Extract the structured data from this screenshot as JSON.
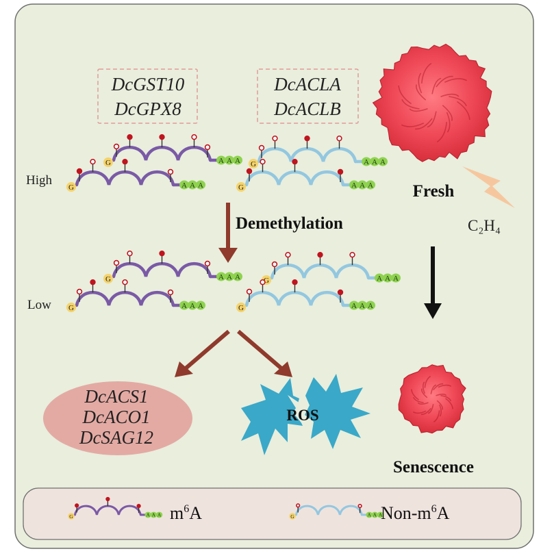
{
  "gene_boxes": {
    "left": [
      "DcGST10",
      "DcGPX8"
    ],
    "right": [
      "DcACLA",
      "DcACLB"
    ]
  },
  "levels": {
    "high": "High",
    "low": "Low"
  },
  "process": {
    "demethylation": "Demethylation"
  },
  "flower": {
    "fresh": "Fresh",
    "ethylene": "C₂H₄",
    "senescence": "Senescence"
  },
  "outputs": {
    "genes": [
      "DcACS1",
      "DcACO1",
      "DcSAG12"
    ],
    "ros": "ROS"
  },
  "mrna": {
    "cap": "G",
    "tail": [
      "A",
      "A",
      "A"
    ]
  },
  "legend": {
    "m6a": {
      "base": "m",
      "sup": "6",
      "tail": "A"
    },
    "non_m6a": {
      "base": "Non-m",
      "sup": "6",
      "tail": "A"
    }
  },
  "colors": {
    "panel": "#e9eedd",
    "legend_panel": "#efe3de",
    "m6a_strand": "#7a5aa6",
    "non_m6a_strand": "#93c7e0",
    "cap": "#f5d36a",
    "tail": "#8fd24f",
    "marker": "#c0141f",
    "arrow": "#8f3a2c",
    "ros": "#3aa8c8",
    "gene_ellipse": "#e3aaa3",
    "flower": "#e8454f",
    "ethylene_bolt": "#f6c79e"
  }
}
